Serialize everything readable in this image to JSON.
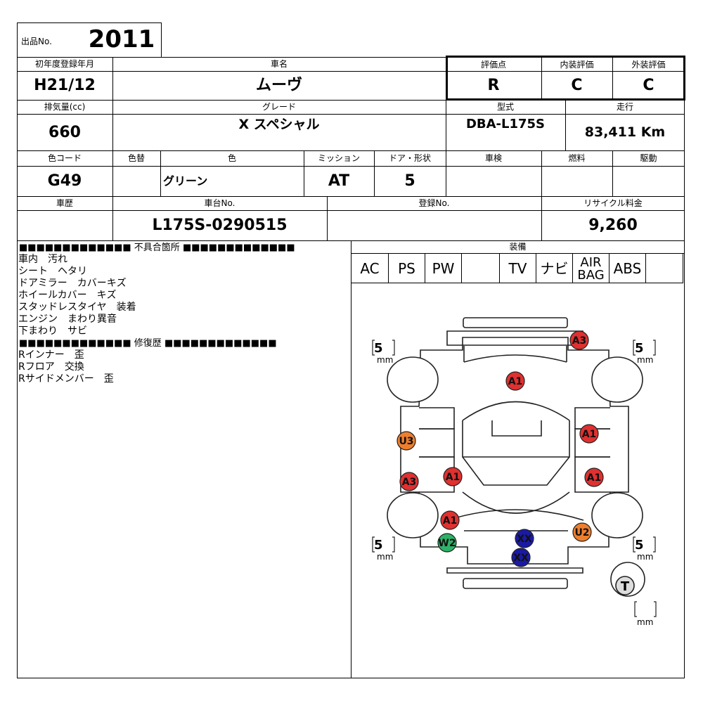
{
  "lot": {
    "label": "出品No.",
    "number": "2011"
  },
  "headers": {
    "first_reg": "初年度登録年月",
    "car_name": "車名",
    "eval": "評価点",
    "interior": "内装評価",
    "exterior": "外装評価",
    "displacement": "排気量(cc)",
    "grade": "グレード",
    "model": "型式",
    "mileage": "走行",
    "color_code": "色コード",
    "color_change": "色替",
    "color": "色",
    "mission": "ミッション",
    "door": "ドア・形状",
    "shaken": "車検",
    "fuel": "燃料",
    "drive": "駆動",
    "history": "車歴",
    "chassis": "車台No.",
    "reg_no": "登録No.",
    "recycle": "リサイクル料金",
    "equipment": "装備"
  },
  "values": {
    "first_reg": "H21/12",
    "car_name": "ムーヴ",
    "eval": "R",
    "interior": "C",
    "exterior": "C",
    "displacement": "660",
    "grade": "X スペシャル",
    "model": "DBA-L175S",
    "mileage": "83,411 Km",
    "color_code": "G49",
    "color_change": "",
    "color": "グリーン",
    "mission": "AT",
    "door": "5",
    "shaken": "",
    "fuel": "",
    "drive": "",
    "history": "",
    "chassis": "L175S-0290515",
    "reg_no": "",
    "recycle": "9,260"
  },
  "equipment": [
    "AC",
    "PS",
    "PW",
    "",
    "TV",
    "ナビ",
    "AIR BAG",
    "ABS",
    ""
  ],
  "notes": {
    "defects_title": "■■■■■■■■■■■■■ 不具合箇所 ■■■■■■■■■■■■■",
    "defects": [
      "車内　汚れ",
      "シート　ヘタリ",
      "ドアミラー　カバーキズ",
      "ホイールカバー　キズ",
      "スタッドレスタイヤ　装着",
      "エンジン　まわり異音",
      "下まわり　サビ"
    ],
    "repairs_title": "■■■■■■■■■■■■■ 修復歴 ■■■■■■■■■■■■■",
    "repairs": [
      "Rインナー　歪",
      "Rフロア　交換",
      "Rサイドメンバー　歪"
    ]
  },
  "diagram": {
    "tread_fl": "5",
    "tread_fr": "5",
    "tread_rl": "5",
    "tread_rr": "5",
    "tread_spare": "",
    "unit": "mm",
    "spare_marker": "T",
    "markers": [
      {
        "id": "a3-front-right",
        "code": "A3",
        "color": "#e03030"
      },
      {
        "id": "a1-hood",
        "code": "A1",
        "color": "#e03030"
      },
      {
        "id": "a1-right-door",
        "code": "A1",
        "color": "#e03030"
      },
      {
        "id": "u3-left-panel",
        "code": "U3",
        "color": "#ee7f2d"
      },
      {
        "id": "a1-left-rear-door",
        "code": "A1",
        "color": "#e03030"
      },
      {
        "id": "a1-right-rear-door",
        "code": "A1",
        "color": "#e03030"
      },
      {
        "id": "a3-left-rear",
        "code": "A3",
        "color": "#e03030"
      },
      {
        "id": "a1-left-quarter",
        "code": "A1",
        "color": "#e03030"
      },
      {
        "id": "u2-right-rear",
        "code": "U2",
        "color": "#ee7f2d"
      },
      {
        "id": "w2-left-rear",
        "code": "W2",
        "color": "#2db368"
      },
      {
        "id": "xx-rear-panel",
        "code": "XX",
        "color": "#1a1aa6"
      },
      {
        "id": "xx-rear-bumper",
        "code": "XX",
        "color": "#1a1aa6"
      }
    ]
  }
}
